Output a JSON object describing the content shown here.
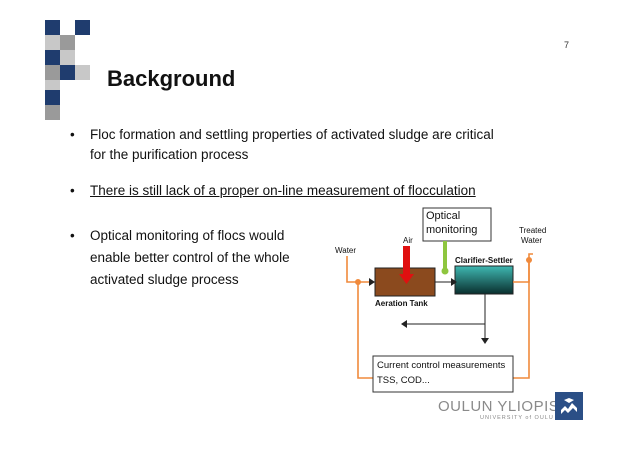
{
  "slide": {
    "page_number": "7",
    "title": "Background",
    "bullets": [
      {
        "line1": "Floc formation and settling properties of activated sludge are critical",
        "line2": "for the purification process"
      },
      {
        "line1": "There is still lack of a proper on-line measurement of flocculation"
      },
      {
        "line1": "Optical monitoring of flocs would",
        "line2": "enable better control of the whole",
        "line3": "activated sludge process"
      }
    ],
    "bullet_char": "•"
  },
  "diagram": {
    "optical_monitoring_line1": "Optical",
    "optical_monitoring_line2": "monitoring",
    "air": "Air",
    "water": "Water",
    "treated_water_line1": "Treated",
    "treated_water_line2": "Water",
    "clarifier": "Clarifier-Settler",
    "aeration_tank": "Aeration Tank",
    "control_line1": "Current control measurements",
    "control_line2": "TSS, COD..."
  },
  "footer": {
    "university": "OULUN YLIOPISTO",
    "university_sub": "UNIVERSITY of OULU"
  },
  "colors": {
    "navy": "#1f3c6e",
    "orange": "#f08a3c",
    "aeration_brown": "#8b4a1e",
    "clarifier_teal": "#1e8f8a",
    "air_red": "#e01010",
    "optical_green": "#8ec63f"
  }
}
